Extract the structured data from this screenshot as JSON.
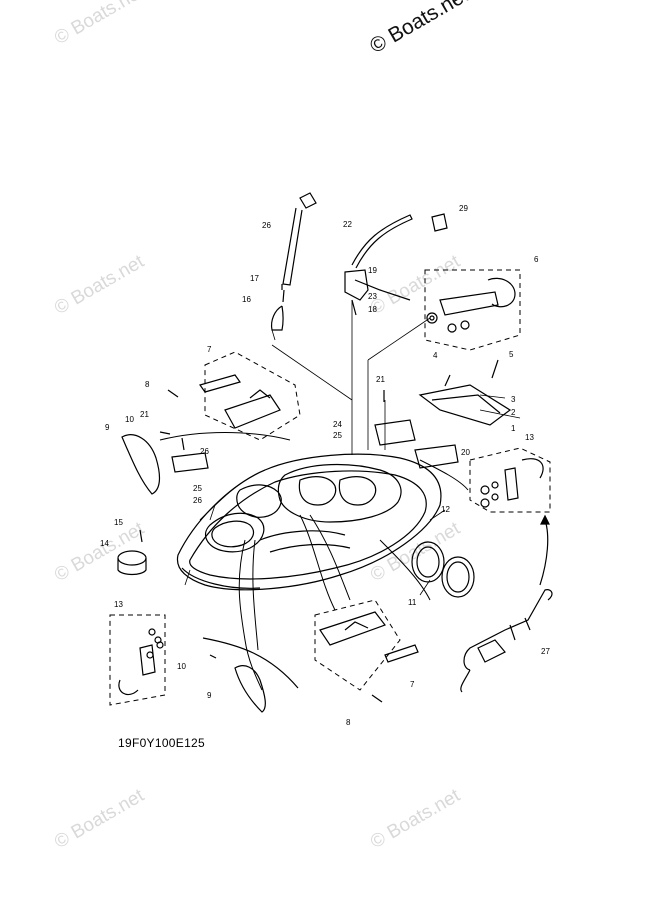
{
  "watermarks": {
    "main": "© Boats.net",
    "faint": "© Boats.net"
  },
  "diagram_code": "19F0Y100E125",
  "callouts": [
    "1",
    "2",
    "3",
    "4",
    "5",
    "6",
    "7",
    "7",
    "8",
    "8",
    "9",
    "9",
    "10",
    "10",
    "11",
    "12",
    "13",
    "13",
    "14",
    "15",
    "16",
    "17",
    "18",
    "19",
    "20",
    "21",
    "21",
    "22",
    "23",
    "24",
    "25",
    "25",
    "26",
    "26",
    "26",
    "27",
    "29"
  ]
}
